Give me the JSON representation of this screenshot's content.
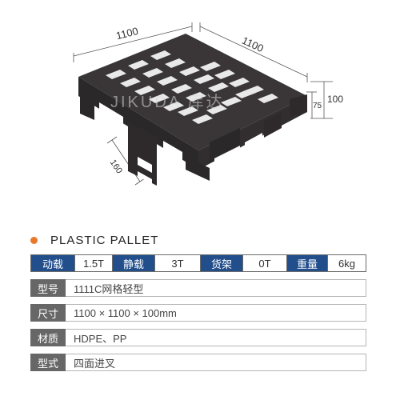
{
  "figure": {
    "dim_top_left": "1100",
    "dim_top_right": "1100",
    "dim_height_total": "100",
    "dim_height_inner": "75",
    "dim_foot": "160",
    "watermark": "JIKUDA 库达"
  },
  "product": {
    "title": "PLASTIC PALLET",
    "accent_color": "#e8782c"
  },
  "specs": [
    {
      "label": "动载",
      "value": "1.5T"
    },
    {
      "label": "静载",
      "value": "3T"
    },
    {
      "label": "货架",
      "value": "0T"
    },
    {
      "label": "重量",
      "value": "6kg"
    }
  ],
  "attributes": [
    {
      "label": "型号",
      "value": "1111C网格轻型"
    },
    {
      "label": "尺寸",
      "value": "1100 × 1100 × 100mm"
    },
    {
      "label": "材质",
      "value": "HDPE、PP"
    },
    {
      "label": "型式",
      "value": "四面进叉"
    }
  ],
  "colors": {
    "header_blue": "#224f8c",
    "label_gray": "#676767",
    "pallet": "#3a3637"
  }
}
